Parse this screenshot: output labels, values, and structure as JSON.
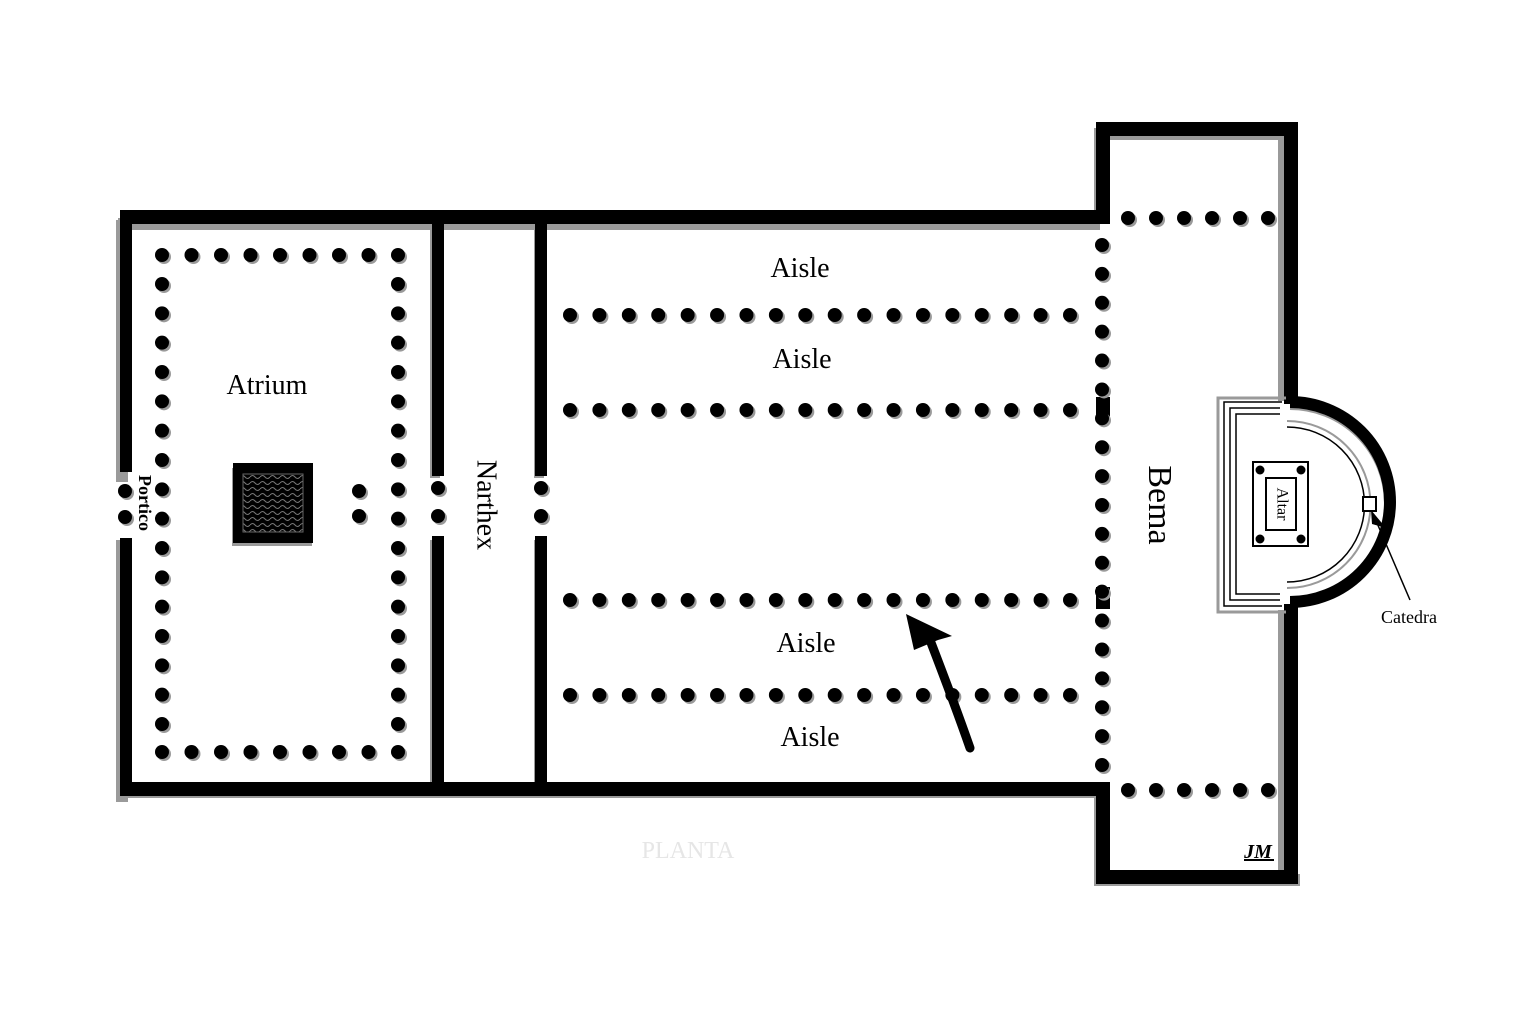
{
  "labels": {
    "atrium": "Atrium",
    "portico": "Portico",
    "narthex": "Narthex",
    "aisle_1": "Aisle",
    "aisle_2": "Aisle",
    "aisle_3": "Aisle",
    "aisle_4": "Aisle",
    "bema": "Bema",
    "altar": "Altar",
    "catedra": "Catedra",
    "planta": "PLANTA",
    "signature": "JM"
  },
  "colors": {
    "wall": "#000000",
    "wall_shadow": "#9a9a9a",
    "background": "#ffffff",
    "faded_text": "#e6e6e6"
  }
}
